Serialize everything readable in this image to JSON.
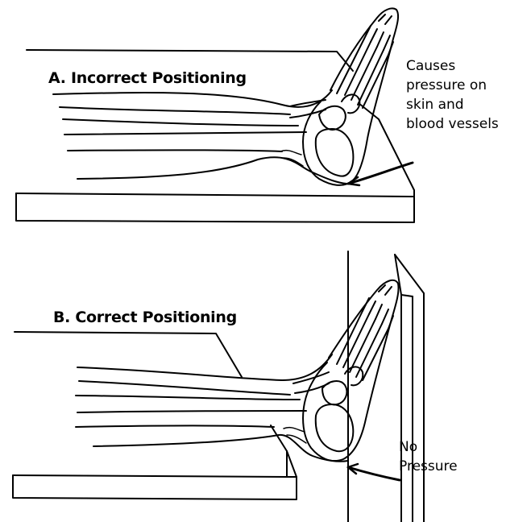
{
  "panel_a": {
    "title": "A. Incorrect Positioning",
    "callout_lines": [
      "Causes",
      "pressure on",
      "skin and",
      "blood vessels"
    ]
  },
  "panel_b": {
    "title": "B. Correct Positioning",
    "callout_lines": [
      "No",
      "Pressure"
    ]
  },
  "colors": {
    "line": "#000000",
    "background": "#ffffff"
  }
}
